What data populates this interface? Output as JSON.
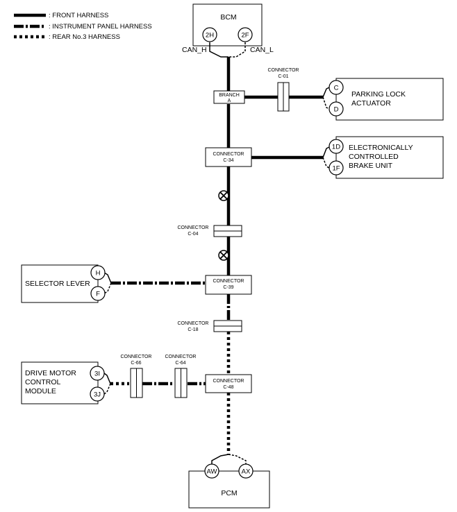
{
  "legend": {
    "front": ": FRONT HARNESS",
    "panel": ": INSTRUMENT PANEL HARNESS",
    "rear": ": REAR No.3 HARNESS"
  },
  "modules": {
    "bcm": {
      "name": "BCM",
      "pin_high": "2H",
      "pin_low": "2F",
      "can_h": "CAN_H",
      "can_l": "CAN_L"
    },
    "parking_lock": {
      "line1": "PARKING LOCK",
      "line2": "ACTUATOR",
      "pin1": "C",
      "pin2": "D"
    },
    "brake": {
      "line1": "ELECTRONICALLY",
      "line2": "CONTROLLED",
      "line3": "BRAKE UNIT",
      "pin1": "1D",
      "pin2": "1F"
    },
    "selector": {
      "name": "SELECTOR LEVER",
      "pin1": "H",
      "pin2": "F"
    },
    "drive_motor": {
      "line1": "DRIVE MOTOR",
      "line2": "CONTROL",
      "line3": "MODULE",
      "pin1": "3I",
      "pin2": "3J"
    },
    "pcm": {
      "name": "PCM",
      "pin1": "AW",
      "pin2": "AX"
    }
  },
  "connectors": {
    "branch_a": {
      "line1": "BRANCH",
      "line2": "A"
    },
    "c34": {
      "line1": "CONNECTOR",
      "line2": "C-34"
    },
    "c39": {
      "line1": "CONNECTOR",
      "line2": "C-39"
    },
    "c48": {
      "line1": "CONNECTOR",
      "line2": "C-48"
    },
    "c01": {
      "line1": "CONNECTOR",
      "line2": "C-01"
    },
    "c04": {
      "line1": "CONNECTOR",
      "line2": "C-04"
    },
    "c18": {
      "line1": "CONNECTOR",
      "line2": "C-18"
    },
    "c66": {
      "line1": "CONNECTOR",
      "line2": "C-66"
    },
    "c64": {
      "line1": "CONNECTOR",
      "line2": "C-64"
    }
  }
}
